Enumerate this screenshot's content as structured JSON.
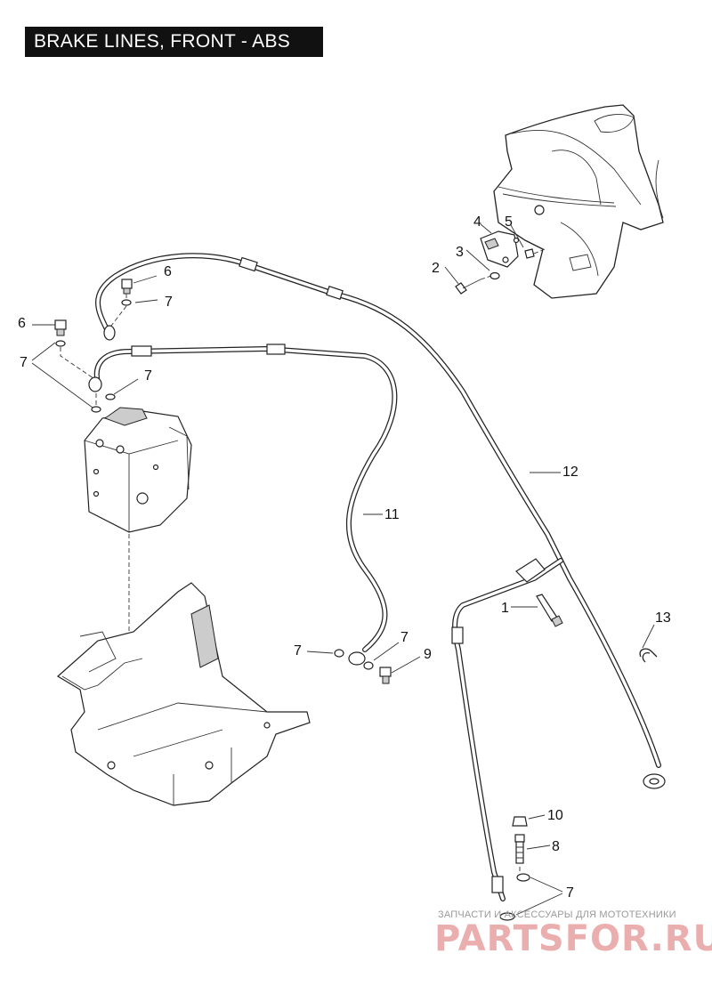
{
  "title": "BRAKE LINES, FRONT - ABS",
  "callouts": {
    "c1": "1",
    "c2": "2",
    "c3": "3",
    "c4": "4",
    "c5": "5",
    "c6a": "6",
    "c6b": "6",
    "c7a": "7",
    "c7b": "7",
    "c7c": "7",
    "c7d": "7",
    "c7e": "7",
    "c7f": "7",
    "c8": "8",
    "c9": "9",
    "c10": "10",
    "c11": "11",
    "c12": "12",
    "c13": "13"
  },
  "watermark": {
    "tagline": "ЗАПЧАСТИ И АКСЕССУАРЫ ДЛЯ МОТОТЕХНИКИ",
    "brand": "PARTSFOR.RU"
  }
}
